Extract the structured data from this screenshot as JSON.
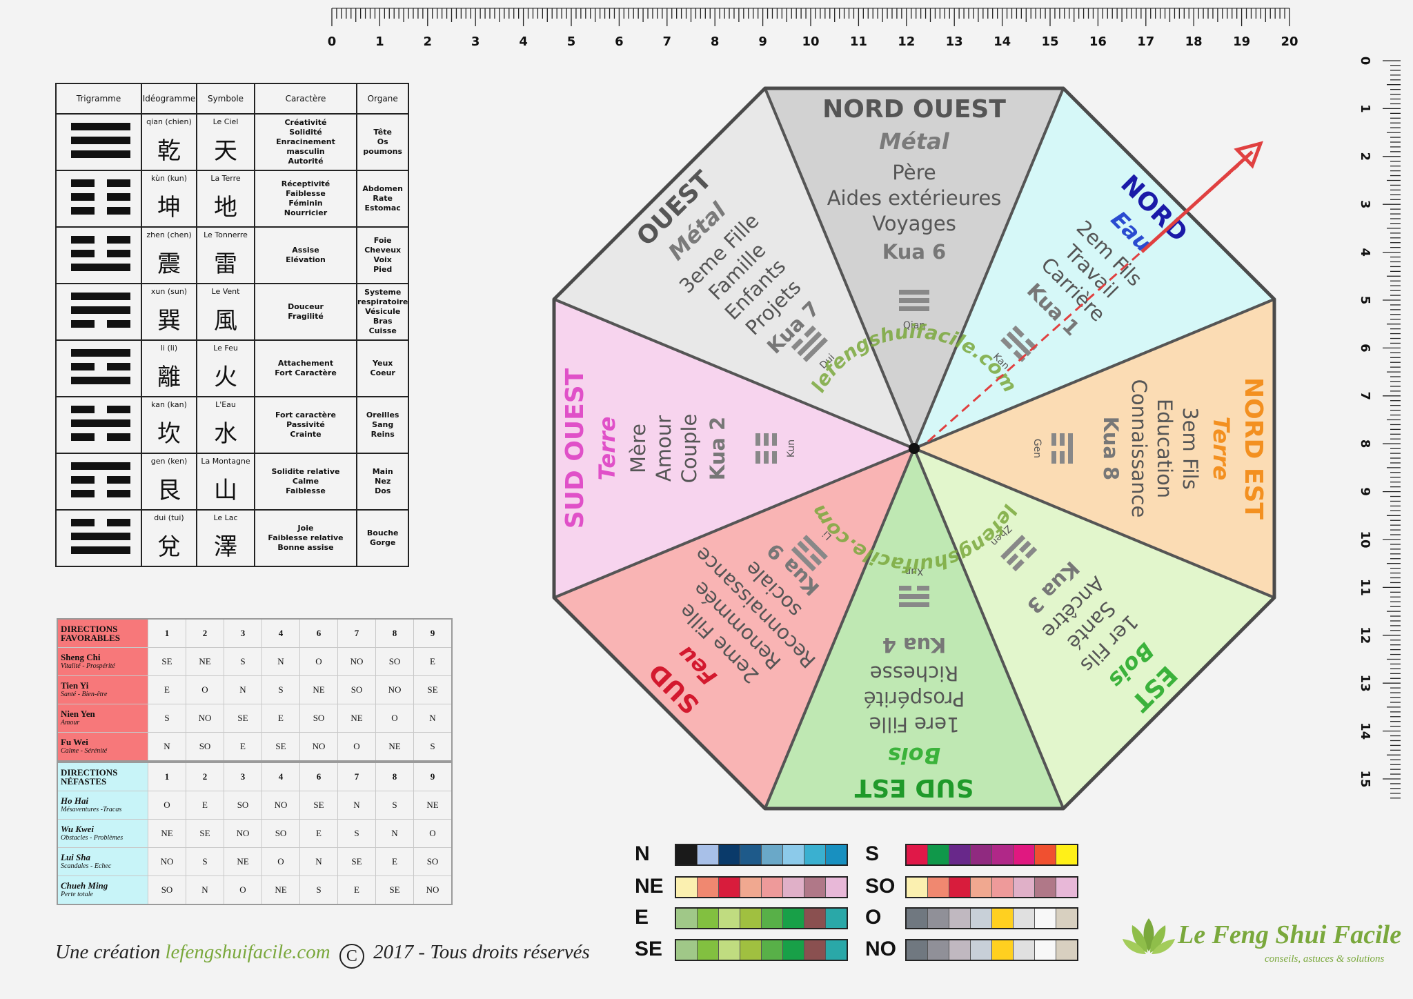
{
  "rulers": {
    "top_ticks": [
      "0",
      "1",
      "2",
      "3",
      "4",
      "5",
      "6",
      "7",
      "8",
      "9",
      "10",
      "11",
      "12",
      "13",
      "14",
      "15",
      "16",
      "17",
      "18",
      "19",
      "20"
    ],
    "right_ticks": [
      "0",
      "1",
      "2",
      "3",
      "4",
      "5",
      "6",
      "7",
      "8",
      "9",
      "10",
      "11",
      "12",
      "13",
      "14",
      "15"
    ]
  },
  "trigram_table": {
    "headers": [
      "Trigramme",
      "Idéogramme",
      "Symbole",
      "Caractère",
      "Organe"
    ],
    "rows": [
      {
        "lines": [
          1,
          1,
          1
        ],
        "pinyin": "qian (chien)",
        "ideogram": "乾",
        "symbol_name": "Le Ciel",
        "symbol": "天",
        "caractere": [
          "Créativité",
          "Solidité",
          "Enracinement",
          "masculin",
          "Autorité"
        ],
        "organe": [
          "Tête",
          "Os",
          "poumons"
        ]
      },
      {
        "lines": [
          0,
          0,
          0
        ],
        "pinyin": "kùn  (kun)",
        "ideogram": "坤",
        "symbol_name": "La Terre",
        "symbol": "地",
        "caractere": [
          "Réceptivité",
          "Faiblesse",
          "Féminin",
          "Nourricier"
        ],
        "organe": [
          "Abdomen",
          "Rate",
          "Estomac"
        ]
      },
      {
        "lines": [
          0,
          0,
          1
        ],
        "pinyin": "zhen  (chen)",
        "ideogram": "震",
        "symbol_name": "Le Tonnerre",
        "symbol": "雷",
        "caractere": [
          "Assise",
          "Elévation"
        ],
        "organe": [
          "Foie",
          "Cheveux",
          "Voix",
          "Pied"
        ]
      },
      {
        "lines": [
          1,
          1,
          0
        ],
        "pinyin": "xun  (sun)",
        "ideogram": "巽",
        "symbol_name": "Le Vent",
        "symbol": "風",
        "caractere": [
          "Douceur",
          "Fragilité"
        ],
        "organe": [
          "Systeme",
          "respiratoire",
          "Vésicule",
          "Bras",
          "Cuisse"
        ]
      },
      {
        "lines": [
          1,
          0,
          1
        ],
        "pinyin": "li  (li)",
        "ideogram": "離",
        "symbol_name": "Le Feu",
        "symbol": "火",
        "caractere": [
          "Attachement",
          "Fort Caractère"
        ],
        "organe": [
          "Yeux",
          "Coeur"
        ]
      },
      {
        "lines": [
          0,
          1,
          0
        ],
        "pinyin": "kan  (kan)",
        "ideogram": "坎",
        "symbol_name": "L'Eau",
        "symbol": "水",
        "caractere": [
          "Fort caractère",
          "Passivité",
          "Crainte"
        ],
        "organe": [
          "Oreilles",
          "Sang",
          "Reins"
        ]
      },
      {
        "lines": [
          1,
          0,
          0
        ],
        "pinyin": "gen  (ken)",
        "ideogram": "艮",
        "symbol_name": "La Montagne",
        "symbol": "山",
        "caractere": [
          "Solidite relative",
          "Calme",
          "Faiblesse"
        ],
        "organe": [
          "Main",
          "Nez",
          "Dos"
        ]
      },
      {
        "lines": [
          0,
          1,
          1
        ],
        "pinyin": "dui  (tui)",
        "ideogram": "兌",
        "symbol_name": "Le Lac",
        "symbol": "澤",
        "caractere": [
          "Joie",
          "Faiblesse relative",
          "Bonne assise"
        ],
        "organe": [
          "Bouche",
          "Gorge"
        ]
      }
    ]
  },
  "favorables": {
    "title_l1": "DIRECTIONS",
    "title_l2": "FAVORABLES",
    "columns": [
      "1",
      "2",
      "3",
      "4",
      "6",
      "7",
      "8",
      "9"
    ],
    "rows": [
      {
        "name": "Sheng Chi",
        "desc": "Vitalité - Prospérité",
        "values": [
          "SE",
          "NE",
          "S",
          "N",
          "O",
          "NO",
          "SO",
          "E"
        ]
      },
      {
        "name": "Tien Yi",
        "desc": "Santé - Bien-être",
        "values": [
          "E",
          "O",
          "N",
          "S",
          "NE",
          "SO",
          "NO",
          "SE"
        ]
      },
      {
        "name": "Nien Yen",
        "desc": "Amour",
        "values": [
          "S",
          "NO",
          "SE",
          "E",
          "SO",
          "NE",
          "O",
          "N"
        ]
      },
      {
        "name": "Fu Wei",
        "desc": "Calme - Sérénité",
        "values": [
          "N",
          "SO",
          "E",
          "SE",
          "NO",
          "O",
          "NE",
          "S"
        ]
      }
    ]
  },
  "nefastes": {
    "title_l1": "DIRECTIONS",
    "title_l2": "NÉFASTES",
    "columns": [
      "1",
      "2",
      "3",
      "4",
      "6",
      "7",
      "8",
      "9"
    ],
    "rows": [
      {
        "name": "Ho Hai",
        "desc": "Mésaventures -Tracas",
        "values": [
          "O",
          "E",
          "SO",
          "NO",
          "SE",
          "N",
          "S",
          "NE"
        ]
      },
      {
        "name": "Wu Kwei",
        "desc": "Obstacles - Problèmes",
        "values": [
          "NE",
          "SE",
          "NO",
          "SO",
          "E",
          "S",
          "N",
          "O"
        ]
      },
      {
        "name": "Lui Sha",
        "desc": "Scandales - Echec",
        "values": [
          "NO",
          "S",
          "NE",
          "O",
          "N",
          "SE",
          "E",
          "SO"
        ]
      },
      {
        "name": "Chueh Ming",
        "desc": "Perte totale",
        "values": [
          "SO",
          "N",
          "O",
          "NE",
          "S",
          "E",
          "SE",
          "NO"
        ]
      }
    ]
  },
  "bagua": {
    "watermark": "lefengshuifacile.com",
    "sectors": [
      {
        "id": "nordouest",
        "title": "NORD OUEST",
        "element": "Métal",
        "lines": [
          "Père",
          "Aides extérieures",
          "Voyages"
        ],
        "kua": "Kua 6",
        "trigram": "Qian",
        "fill": "#d2d2d2",
        "title_color": "#555555",
        "element_color": "#7a7a7a"
      },
      {
        "id": "nord",
        "title": "NORD",
        "element": "Eau",
        "lines": [
          "2em Fils",
          "Travail",
          "Carrière"
        ],
        "kua": "Kua 1",
        "trigram": "Kan",
        "fill": "#d6f8f8",
        "title_color": "#1a1aa8",
        "element_color": "#2a4bd0"
      },
      {
        "id": "nordest",
        "title": "NORD EST",
        "element": "Terre",
        "lines": [
          "3em Fils",
          "Education",
          "Connaissance"
        ],
        "kua": "Kua 8",
        "trigram": "Gen",
        "fill": "#fbdcb4",
        "title_color": "#f39020",
        "element_color": "#f39020"
      },
      {
        "id": "est",
        "title": "EST",
        "element": "Bois",
        "lines": [
          "1er Fils",
          "Santé",
          "Ancêtre"
        ],
        "kua": "Kua 3",
        "trigram": "Zhen",
        "fill": "#e2f6cc",
        "title_color": "#3bb23b",
        "element_color": "#3bb23b"
      },
      {
        "id": "sudest",
        "title": "SUD EST",
        "element": "Bois",
        "lines": [
          "1ere Fille",
          "Prospérité",
          "Richesse"
        ],
        "kua": "Kua 4",
        "trigram": "Xun",
        "fill": "#bfe8b3",
        "title_color": "#1f9a2a",
        "element_color": "#3bb23b"
      },
      {
        "id": "sud",
        "title": "SUD",
        "element": "Feu",
        "lines": [
          "2eme Fille",
          "Renommée",
          "Reconnaissance",
          "sociale"
        ],
        "kua": "Kua 9",
        "trigram": "Li",
        "fill": "#f9b4b4",
        "title_color": "#d3192e",
        "element_color": "#d3192e"
      },
      {
        "id": "sudouest",
        "title": "SUD OUEST",
        "element": "Terre",
        "lines": [
          "Mère",
          "Amour",
          "Couple"
        ],
        "kua": "Kua 2",
        "trigram": "Kun",
        "fill": "#f7d4ee",
        "title_color": "#e050c8",
        "element_color": "#e050c8"
      },
      {
        "id": "ouest",
        "title": "OUEST",
        "element": "Métal",
        "lines": [
          "3eme Fille",
          "Famille",
          "Enfants",
          "Projets"
        ],
        "kua": "Kua 7",
        "trigram": "Dui",
        "fill": "#e8e8e8",
        "title_color": "#555555",
        "element_color": "#7a7a7a"
      }
    ]
  },
  "palettes": [
    {
      "label": "N",
      "colors": [
        "#1a1a1a",
        "#a8c0e8",
        "#0a3a6a",
        "#1e5a8a",
        "#6aa8c8",
        "#8ccaea",
        "#3ab0d0",
        "#1890c0"
      ]
    },
    {
      "label": "NE",
      "colors": [
        "#fbf0b0",
        "#f08870",
        "#d81c3c",
        "#f0a890",
        "#ee9a9a",
        "#e0b0c8",
        "#b07888",
        "#e8b8d8"
      ]
    },
    {
      "label": "E",
      "colors": [
        "#a0c888",
        "#82c040",
        "#c0dc80",
        "#a0c040",
        "#58b048",
        "#18a048",
        "#8a5050",
        "#2aa8a8"
      ]
    },
    {
      "label": "SE",
      "colors": [
        "#a0c888",
        "#82c040",
        "#c0dc80",
        "#a0c040",
        "#58b048",
        "#18a048",
        "#8a5050",
        "#2aa8a8"
      ]
    },
    {
      "label": "S",
      "colors": [
        "#e01848",
        "#10984a",
        "#68288a",
        "#902a80",
        "#b02888",
        "#e01880",
        "#f05030",
        "#fff018"
      ]
    },
    {
      "label": "SO",
      "colors": [
        "#fbf0b0",
        "#f08870",
        "#d81c3c",
        "#f0a890",
        "#ee9a9a",
        "#e0b0c8",
        "#b07888",
        "#e8b8d8"
      ]
    },
    {
      "label": "O",
      "colors": [
        "#707880",
        "#909098",
        "#c0b8c0",
        "#c8d0d8",
        "#ffd020",
        "#e0e0e0",
        "#f8f8f8",
        "#d8d0c0"
      ]
    },
    {
      "label": "NO",
      "colors": [
        "#707880",
        "#909098",
        "#c0b8c0",
        "#c8d0d8",
        "#ffd020",
        "#e0e0e0",
        "#f8f8f8",
        "#d8d0c0"
      ]
    }
  ],
  "footer": {
    "prefix": "Une création",
    "site": "lefengshuifacile.com",
    "suffix": "2017 - Tous droits réservés"
  },
  "brand": {
    "name": "Le Feng Shui Facile",
    "tagline": "conseils, astuces & solutions",
    "color": "#7aa83c"
  }
}
